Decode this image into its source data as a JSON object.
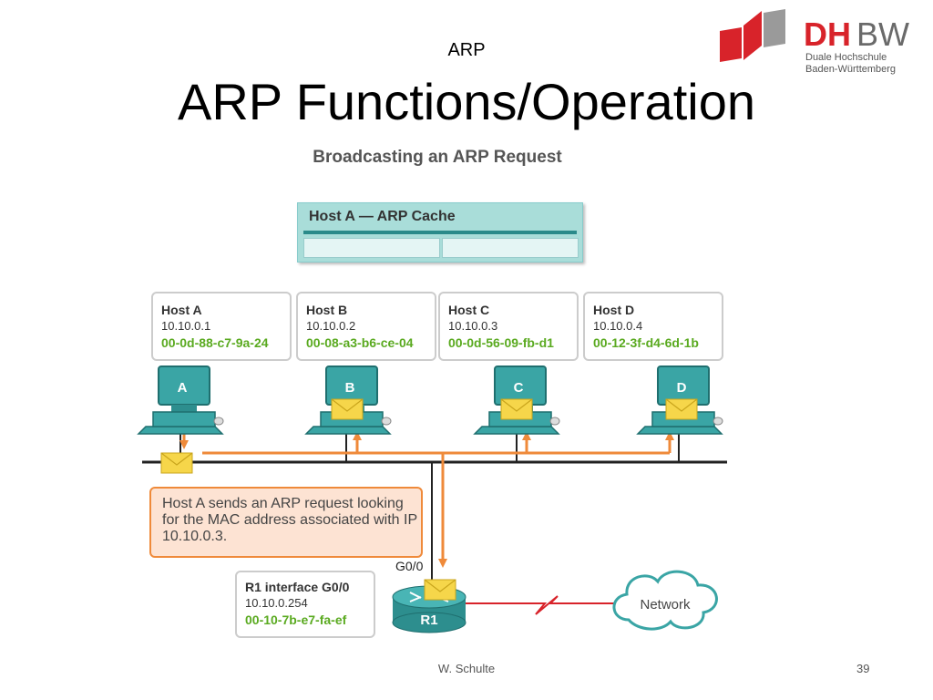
{
  "slide": {
    "kicker": "ARP",
    "title": "ARP Functions/Operation",
    "author": "W. Schulte",
    "page_number": "39"
  },
  "logo": {
    "brand": "DHBW",
    "brand_dh": "DH",
    "brand_bw": "BW",
    "line1": "Duale Hochschule",
    "line2": "Baden-Württemberg"
  },
  "diagram": {
    "title": "Broadcasting an ARP Request",
    "cache_title": "Host A — ARP Cache",
    "hosts": [
      {
        "name": "Host A",
        "ip": "10.10.0.1",
        "mac": "00-0d-88-c7-9a-24",
        "letter": "A"
      },
      {
        "name": "Host B",
        "ip": "10.10.0.2",
        "mac": "00-08-a3-b6-ce-04",
        "letter": "B"
      },
      {
        "name": "Host C",
        "ip": "10.10.0.3",
        "mac": "00-0d-56-09-fb-d1",
        "letter": "C"
      },
      {
        "name": "Host D",
        "ip": "10.10.0.4",
        "mac": "00-12-3f-d4-6d-1b",
        "letter": "D"
      }
    ],
    "callout": "Host A sends an ARP request looking for the MAC address associated with IP 10.10.0.3.",
    "router": {
      "card_title": "R1 interface G0/0",
      "ip": "10.10.0.254",
      "mac": "00-10-7b-e7-fa-ef",
      "label": "R1",
      "interface": "G0/0"
    },
    "cloud_label": "Network",
    "colors": {
      "accent_orange": "#ef8a3a",
      "mac_green": "#5aaa20",
      "teal": "#3aa5a5",
      "wan_red": "#d8232a"
    }
  }
}
